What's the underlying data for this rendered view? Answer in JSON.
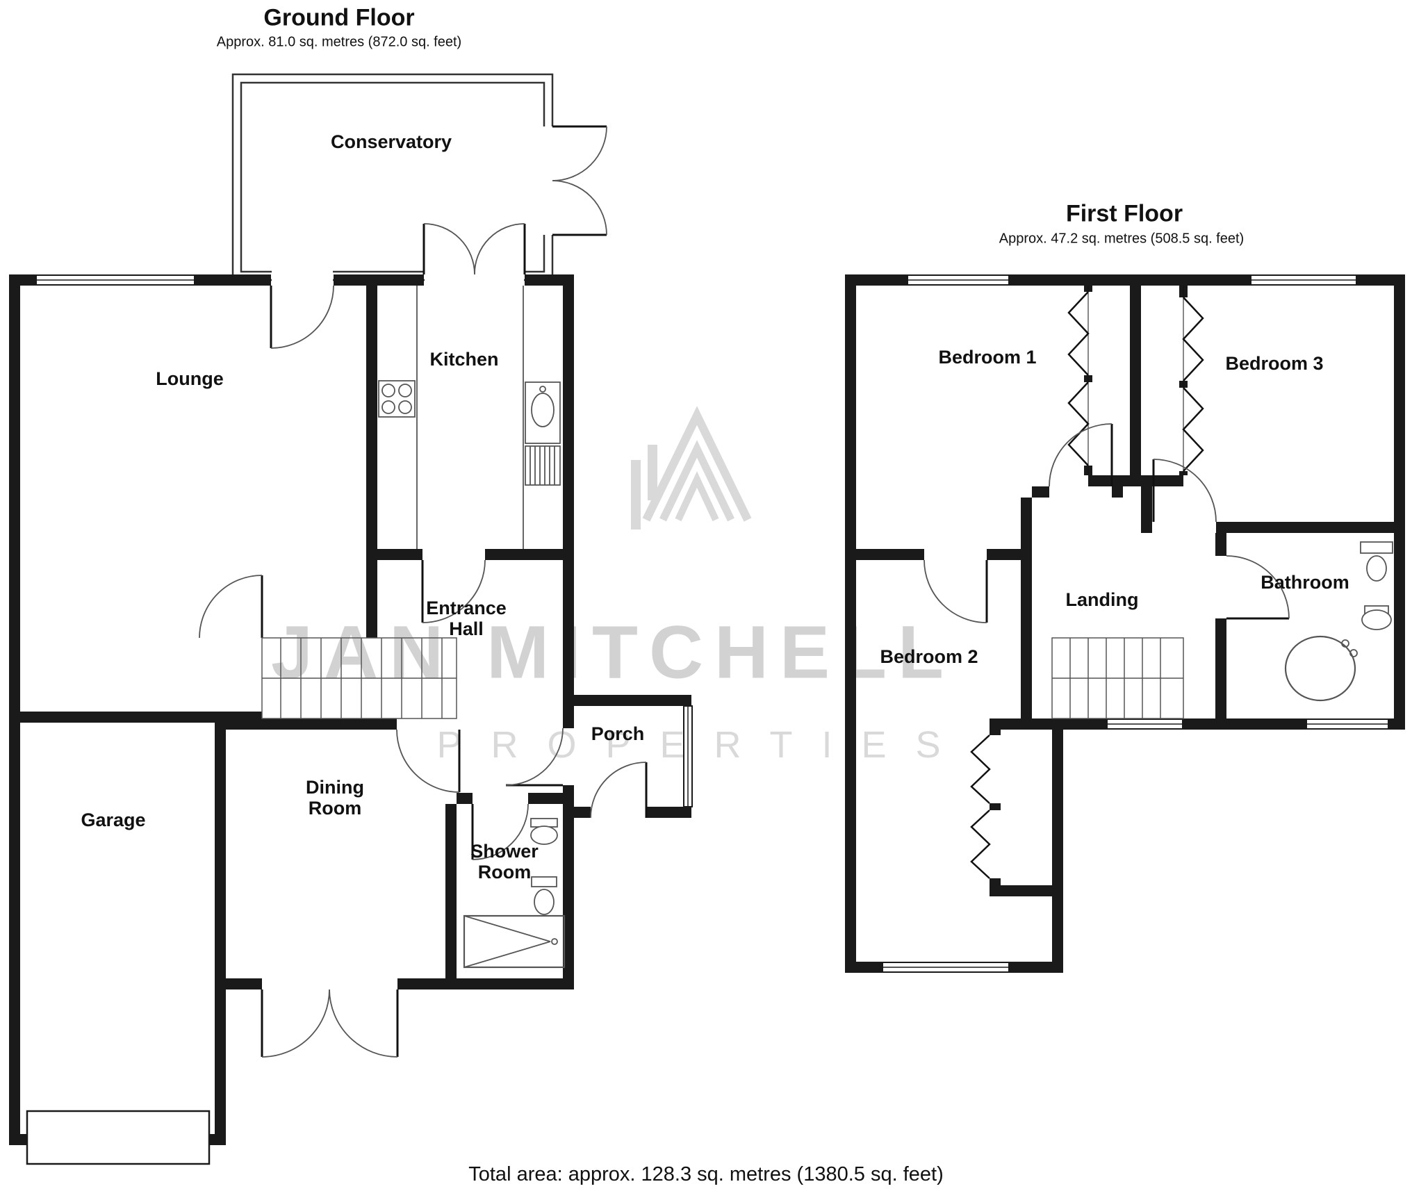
{
  "ground_floor": {
    "title": "Ground Floor",
    "subtitle": "Approx. 81.0 sq. metres (872.0 sq. feet)",
    "rooms": {
      "conservatory": "Conservatory",
      "lounge": "Lounge",
      "kitchen": "Kitchen",
      "entrance_hall": "Entrance\nHall",
      "dining_room": "Dining\nRoom",
      "garage": "Garage",
      "porch": "Porch",
      "shower_room": "Shower\nRoom"
    }
  },
  "first_floor": {
    "title": "First Floor",
    "subtitle": "Approx. 47.2 sq. metres (508.5 sq. feet)",
    "rooms": {
      "bedroom_1": "Bedroom 1",
      "bedroom_2": "Bedroom 2",
      "bedroom_3": "Bedroom 3",
      "landing": "Landing",
      "bathroom": "Bathroom"
    }
  },
  "watermark": {
    "name": "JAN MITCHELL",
    "type": "PROPERTIES"
  },
  "footer": {
    "total_area": "Total area: approx. 128.3 sq. metres (1380.5 sq. feet)"
  },
  "colors": {
    "wall": "#1a1a1a",
    "line": "#444444",
    "watermark": "#d9d9d9"
  }
}
